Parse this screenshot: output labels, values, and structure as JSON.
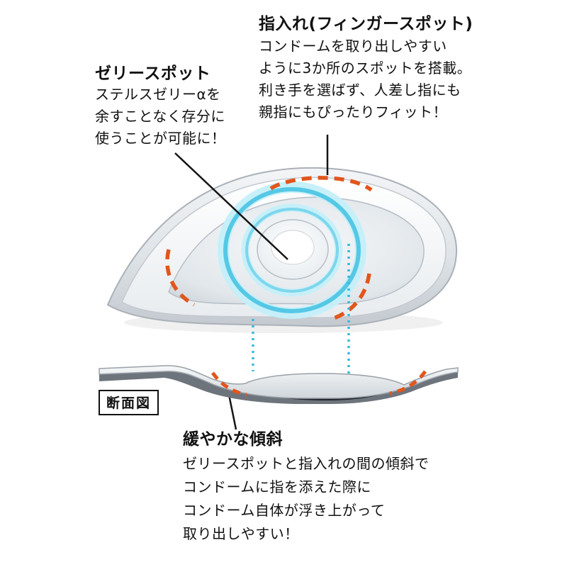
{
  "annotations": {
    "finger_spot": {
      "title": "指入れ(フィンガースポット)",
      "lines": [
        "コンドームを取り出しやすい",
        "ように3か所のスポットを搭載。",
        "利き手を選ばず、人差し指にも",
        "親指にもぴったりフィット！"
      ]
    },
    "jelly_spot": {
      "title": "ゼリースポット",
      "lines": [
        "ステルスゼリーαを",
        "余すことなく存分に",
        "使うことが可能に！"
      ]
    },
    "slope": {
      "title": "緩やかな傾斜",
      "lines": [
        "ゼリースポットと指入れの間の傾斜で",
        "コンドームに指を添えた際に",
        "コンドーム自体が浮き上がって",
        "取り出しやすい！"
      ]
    },
    "cross_section_label": "断面図"
  },
  "colors": {
    "accent_orange": "#e2551b",
    "accent_cyan": "#35b9dd",
    "text": "#111111",
    "shell_gray": "#d6dbdf",
    "condom_blue": "#1b3f8f"
  }
}
